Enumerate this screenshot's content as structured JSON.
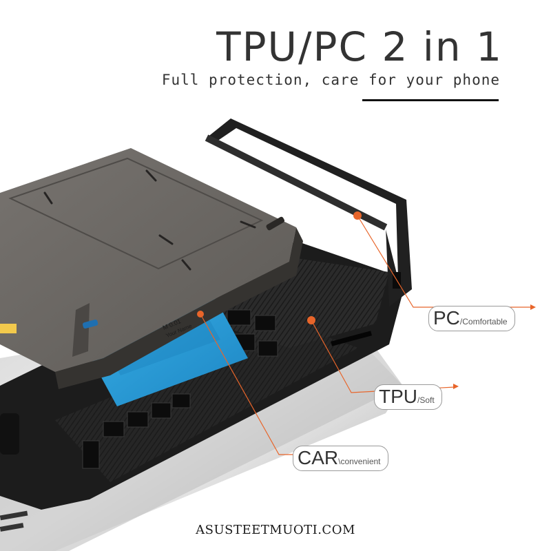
{
  "header": {
    "title": "TPU/PC 2 in 1",
    "subtitle": "Full protection, care for your phone"
  },
  "card": {
    "text_line1": "M 0.01",
    "text_line2": "Your Name"
  },
  "callouts": [
    {
      "main": "PC",
      "sub": "/Comfortable"
    },
    {
      "main": "TPU",
      "sub": "/Soft"
    },
    {
      "main": "CAR",
      "sub": "\\convenient"
    }
  ],
  "watermark": "ASUSTEETMUOTI.COM",
  "colors": {
    "accent": "#e8652a",
    "case": "#6e6b67",
    "frame": "#1a1a1a",
    "card": "#2a9fd8",
    "text": "#333333"
  }
}
